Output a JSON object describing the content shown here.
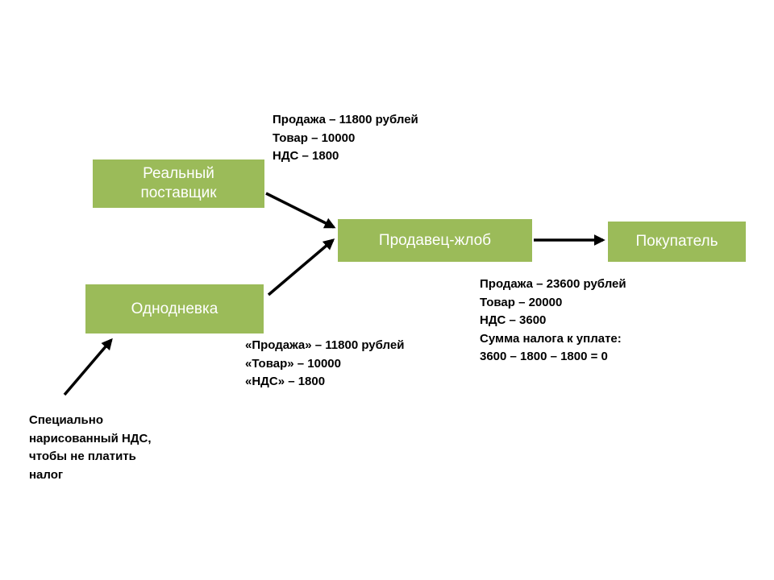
{
  "boxes": {
    "real_supplier": "Реальный поставщик",
    "fly_by_night": "Однодневка",
    "greedy_seller": "Продавец-жлоб",
    "buyer": "Покупатель"
  },
  "notes": {
    "supplier_sale": [
      "Продажа – 11800 рублей",
      "Товар – 10000",
      "НДС – 1800"
    ],
    "fly_sale": [
      "«Продажа» – 11800 рублей",
      "«Товар» – 10000",
      "«НДС» – 1800"
    ],
    "seller_sale": [
      "Продажа – 23600 рублей",
      "Товар – 20000",
      "НДС – 3600",
      "Сумма налога к уплате:",
      "3600 – 1800 – 1800 = 0"
    ],
    "fake_vat": [
      "Специально",
      "нарисованный НДС,",
      "чтобы не платить",
      "налог"
    ]
  },
  "colors": {
    "box_fill": "#9bbb59",
    "box_text": "#ffffff",
    "arrow": "#000000"
  }
}
